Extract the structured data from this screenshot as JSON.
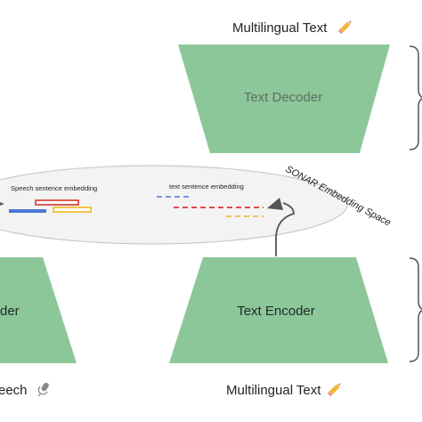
{
  "colors": {
    "block_fill": "#8cc79a",
    "decoder_text": "#5d6e62",
    "encoder_text": "#1f2a22",
    "ellipse_fill": "#f3f3f3",
    "ellipse_stroke": "#c9c9c9",
    "bracket": "#555555",
    "arrow": "#555555",
    "red": "#d9342b",
    "blue": "#4a78d1",
    "yellow": "#f2b51a",
    "pencil": "#f0b83a",
    "microphone": "#888888"
  },
  "labels": {
    "top_output": "Multilingual Text",
    "bottom_right_input": "Multilingual Text",
    "bottom_left_input": "eech",
    "decoder": "Text Decoder",
    "encoder": "Text Encoder",
    "speech_encoder_partial": "der",
    "space": "SONAR Embedding Space",
    "speech_embedding": "Speech sentence embedding",
    "text_embedding": "text sentence embedding"
  },
  "icons": {
    "top_output": "pencil-icon",
    "bottom_right_input": "pencil-icon",
    "bottom_left_input": "microphone-icon"
  }
}
